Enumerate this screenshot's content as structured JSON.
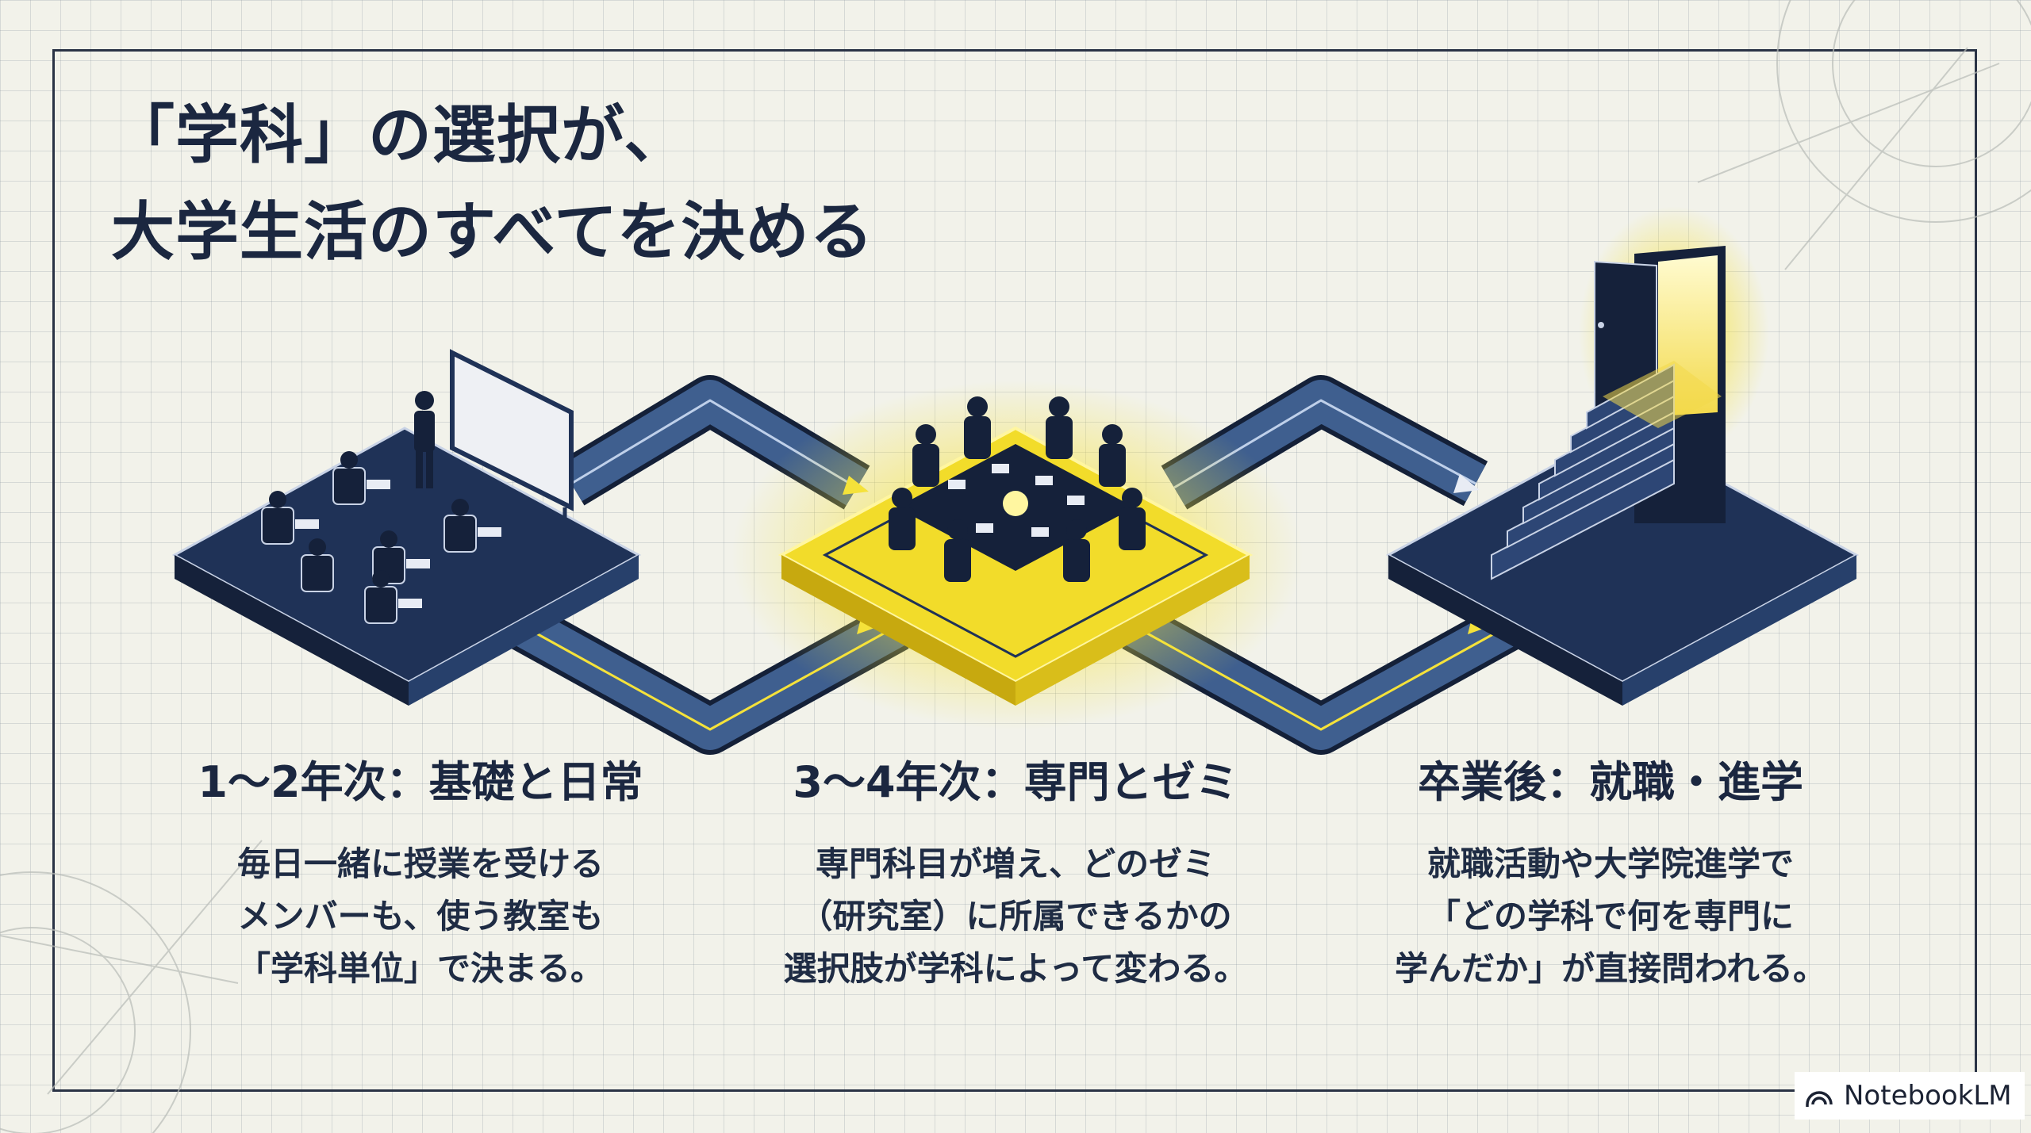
{
  "title": {
    "line1": "「学科」の選択が、",
    "line2": "大学生活のすべてを決める"
  },
  "stages": [
    {
      "title": "1〜2年次：基礎と日常",
      "desc": [
        "毎日一緒に授業を受ける",
        "メンバーも、使う教室も",
        "「学科単位」で決まる。"
      ]
    },
    {
      "title": "3〜4年次：専門とゼミ",
      "desc": [
        "専門科目が増え、どのゼミ",
        "（研究室）に所属できるかの",
        "選択肢が学科によって変わる。"
      ]
    },
    {
      "title": "卒業後：就職・進学",
      "desc": [
        "就職活動や大学院進学で",
        "「どの学科で何を専門に",
        "学んだか」が直接問われる。"
      ]
    }
  ],
  "brand": {
    "name": "NotebookLM",
    "icon": "notebooklm-icon"
  },
  "colors": {
    "navy": "#1f3257",
    "navy_dark": "#15213a",
    "highlight": "#f5e23a",
    "grid_bg": "#f2f2ea"
  }
}
